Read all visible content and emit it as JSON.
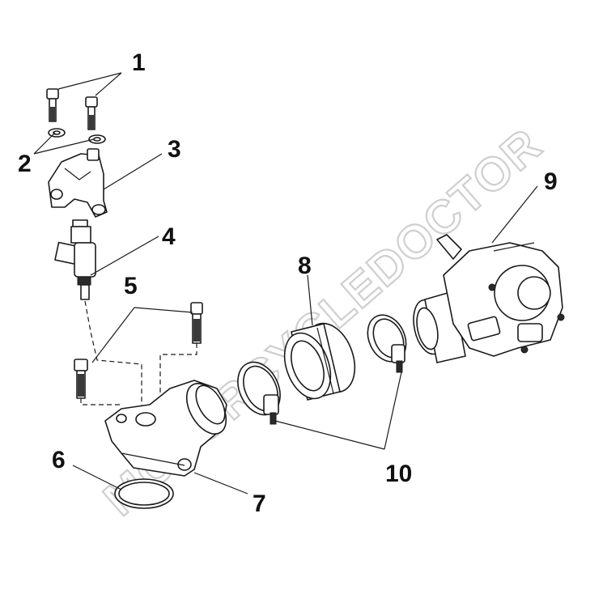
{
  "diagram": {
    "watermark": "MOTORCYCLEDOCTOR",
    "callouts": [
      {
        "id": "1",
        "label": "1"
      },
      {
        "id": "2",
        "label": "2"
      },
      {
        "id": "3",
        "label": "3"
      },
      {
        "id": "4",
        "label": "4"
      },
      {
        "id": "5",
        "label": "5"
      },
      {
        "id": "6",
        "label": "6"
      },
      {
        "id": "7",
        "label": "7"
      },
      {
        "id": "8",
        "label": "8"
      },
      {
        "id": "9",
        "label": "9"
      },
      {
        "id": "10",
        "label": "10"
      }
    ]
  }
}
